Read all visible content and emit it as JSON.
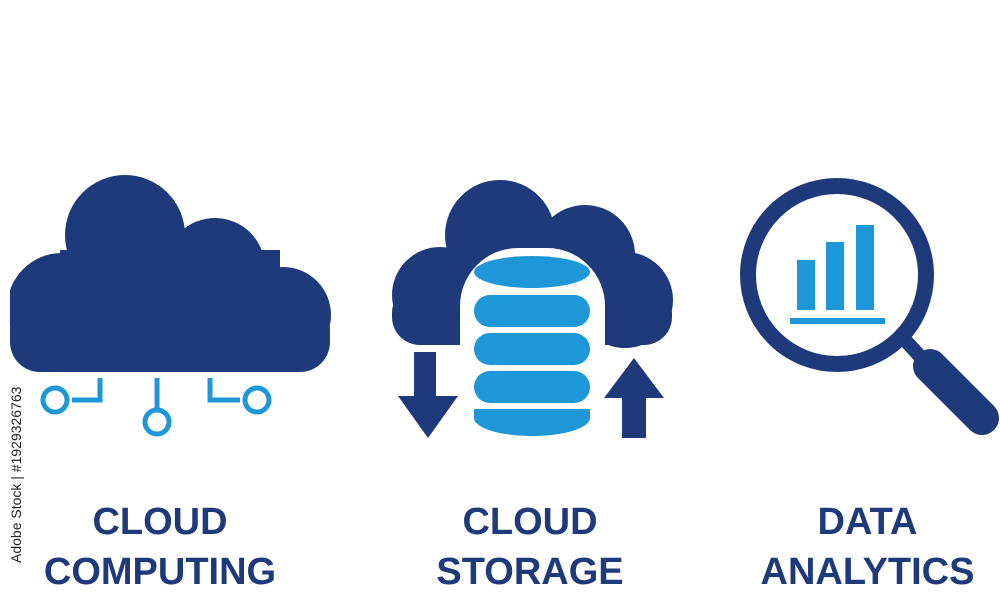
{
  "colors": {
    "dark": "#1f3a7a",
    "light": "#1d97d8",
    "background": "#ffffff",
    "watermark_text": "#222222"
  },
  "watermark": {
    "side_text": "Adobe Stock | #1929326763"
  },
  "items": [
    {
      "icon": "cloud-computing-icon",
      "line1": "CLOUD",
      "line2": "COMPUTING"
    },
    {
      "icon": "cloud-storage-icon",
      "line1": "CLOUD",
      "line2": "STORAGE"
    },
    {
      "icon": "data-analytics-icon",
      "line1": "DATA",
      "line2": "ANALYTICS"
    }
  ]
}
